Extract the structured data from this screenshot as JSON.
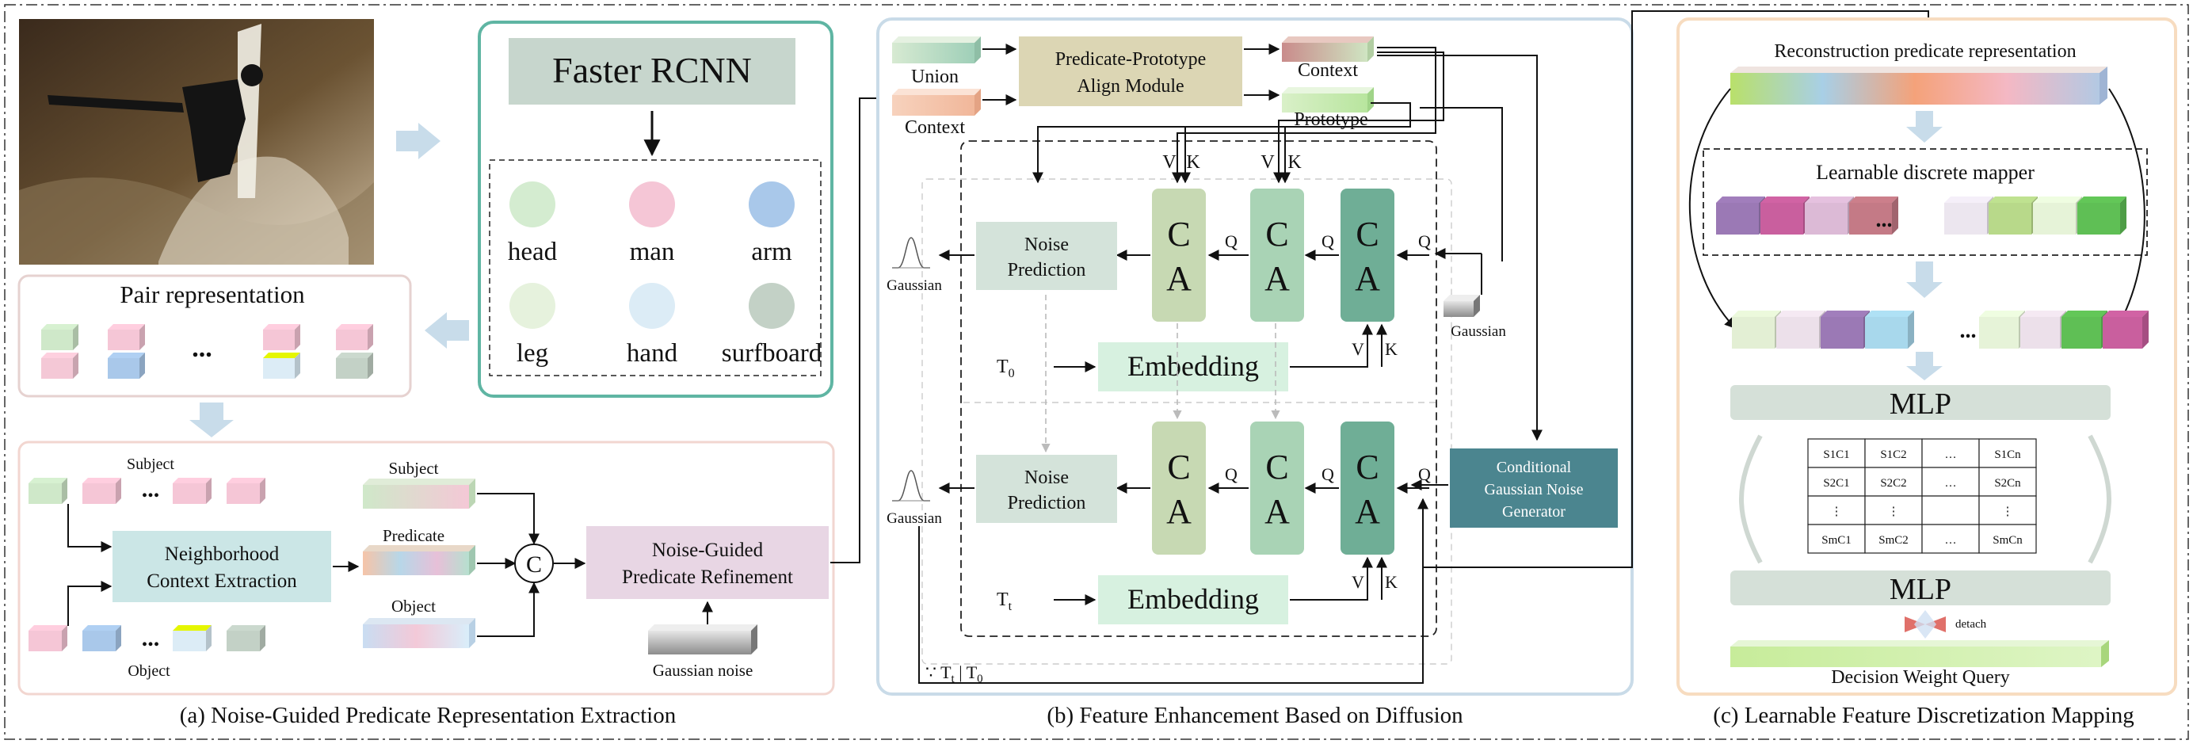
{
  "panel_a": {
    "faster_rcnn": "Faster RCNN",
    "detections": [
      {
        "label": "head",
        "color": "#d4ecd0"
      },
      {
        "label": "man",
        "color": "#f5c6d6"
      },
      {
        "label": "arm",
        "color": "#a9c8ea"
      },
      {
        "label": "leg",
        "color": "#e6f2dd"
      },
      {
        "label": "hand",
        "color": "#dcecf6"
      },
      {
        "label": "surfboard",
        "color": "#c3d1c6"
      }
    ],
    "pair_representation": "Pair representation",
    "ellipsis": "...",
    "subject_left": "Subject",
    "object_left": "Object",
    "neighborhood": [
      "Neighborhood",
      "Context Extraction"
    ],
    "subject": "Subject",
    "predicate": "Predicate",
    "object": "Object",
    "concat": "C",
    "noise_guided": [
      "Noise-Guided",
      "Predicate Refinement"
    ],
    "gaussian_noise": "Gaussian noise",
    "caption": "(a) Noise-Guided Predicate Representation Extraction"
  },
  "panel_b": {
    "union": "Union",
    "context_in": "Context",
    "align_module": [
      "Predicate-Prototype",
      "Align Module"
    ],
    "context_out": "Context",
    "prototype": "Prototype",
    "v": "V",
    "k": "K",
    "q": "Q",
    "ca_c": "C",
    "ca_a": "A",
    "noise_prediction": [
      "Noise",
      "Prediction"
    ],
    "gaussian": "Gaussian",
    "embedding": "Embedding",
    "t0_base": "T",
    "t0_sub": "0",
    "tt_base": "T",
    "tt_sub": "t",
    "conditional": [
      "Conditional",
      "Gaussian Noise",
      "Generator"
    ],
    "condition_label": "∵ T",
    "condition_sub": "t",
    "condition_rest": " | T",
    "condition_sub2": "0",
    "caption": "(b) Feature Enhancement Based on Diffusion"
  },
  "panel_c": {
    "reconstruction": "Reconstruction predicate representation",
    "learnable_mapper": "Learnable discrete mapper",
    "ellipsis": "...",
    "mlp_top": "MLP",
    "mlp_bottom": "MLP",
    "matrix": [
      [
        "S1C1",
        "S1C2",
        "…",
        "S1Cn"
      ],
      [
        "S2C1",
        "S2C2",
        "…",
        "S2Cn"
      ],
      [
        "⋮",
        "⋮",
        "",
        "⋮"
      ],
      [
        "SmC1",
        "SmC2",
        "…",
        "SmCn"
      ]
    ],
    "detach": "detach",
    "decision": "Decision Weight Query",
    "caption": "(c) Learnable Feature Discretization Mapping"
  },
  "colors": {
    "teal_border": "#5fb5a3",
    "pink_border": "#eccfcc",
    "blue_border": "#c9dbe8",
    "orange_border": "#f7dcc0",
    "ca_light": "#c7d9b3",
    "ca_mid": "#a9d3b5",
    "ca_dark": "#6fae96",
    "noise_pred": "#d4e3da",
    "embedding": "#d7f1e0",
    "align": "#dcd6b4",
    "conditional": "#4b858f",
    "neighborhood": "#cbe6e6",
    "refinement": "#e8d6e4",
    "mlp": "#d5e0d8"
  }
}
